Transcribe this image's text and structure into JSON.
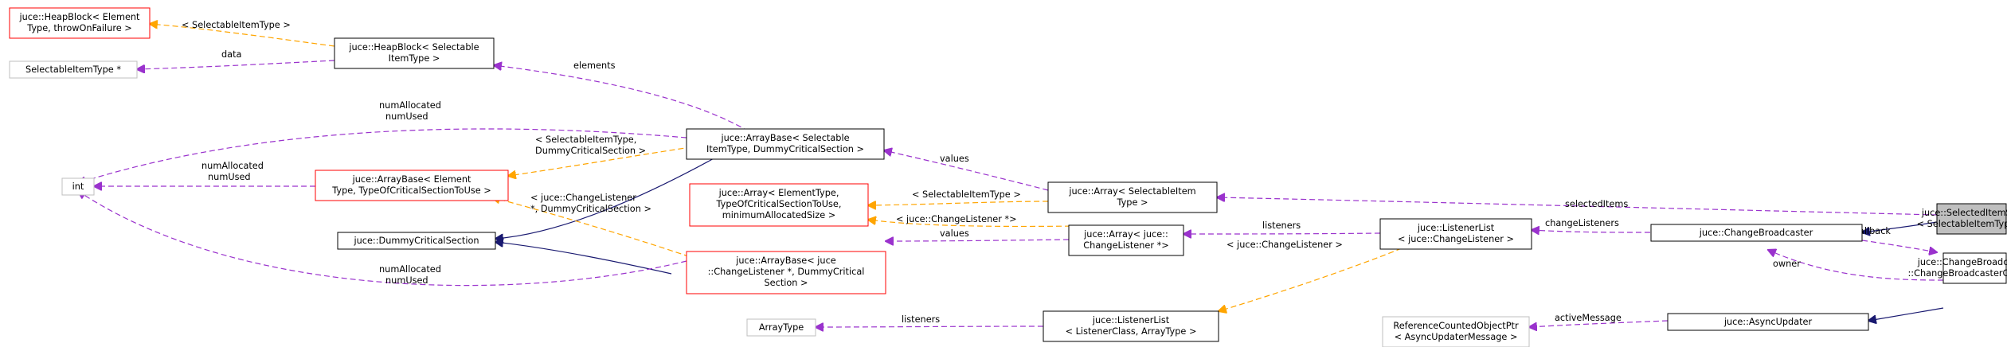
{
  "colors": {
    "node_border_black": "#000000",
    "node_border_red": "#ff0000",
    "node_border_gray": "#bfbfbf",
    "node_fill_highlight": "#bfbfbf",
    "edge_inheritance": "#191970",
    "edge_usage": "#9a32cd",
    "edge_template": "#ffa500"
  },
  "nodes": {
    "selected_item_set": [
      "juce::SelectedItemSet",
      "< SelectableItemType >"
    ],
    "change_broadcaster": [
      "juce::ChangeBroadcaster"
    ],
    "change_broadcaster_callback": [
      "juce::ChangeBroadcaster",
      "::ChangeBroadcasterCallback"
    ],
    "async_updater": [
      "juce::AsyncUpdater"
    ],
    "ref_counted_ptr": [
      "ReferenceCountedObjectPtr",
      "< AsyncUpdaterMessage >"
    ],
    "listener_list_change": [
      "juce::ListenerList",
      "< juce::ChangeListener >"
    ],
    "listener_list_generic": [
      "juce::ListenerList",
      "< ListenerClass, ArrayType >"
    ],
    "array_type": [
      "ArrayType"
    ],
    "array_selectable": [
      "juce::Array< SelectableItem",
      "Type >"
    ],
    "array_change_listener": [
      "juce::Array< juce::",
      "ChangeListener *>"
    ],
    "array_generic": [
      "juce::Array< ElementType,",
      "TypeOfCriticalSectionToUse,",
      "minimumAllocatedSize >"
    ],
    "arraybase_selectable": [
      "juce::ArrayBase< Selectable",
      "ItemType, DummyCriticalSection >"
    ],
    "arraybase_change": [
      "juce::ArrayBase< juce",
      "::ChangeListener *, DummyCritical",
      "Section >"
    ],
    "arraybase_generic": [
      "juce::ArrayBase< Element",
      "Type, TypeOfCriticalSectionToUse >"
    ],
    "dummy_critical_section": [
      "juce::DummyCriticalSection"
    ],
    "heapblock_selectable": [
      "juce::HeapBlock< Selectable",
      "ItemType >"
    ],
    "heapblock_generic": [
      "juce::HeapBlock< Element",
      "Type, throwOnFailure >"
    ],
    "selectable_item_ptr": [
      "SelectableItemType *"
    ],
    "int_type": [
      "int"
    ]
  },
  "edge_labels": {
    "selected_items": "selectedItems",
    "change_listeners": "changeListeners",
    "broadcast_callback": "broadcastCallback",
    "owner": "owner",
    "active_message": "activeMessage",
    "listeners_array": "listeners",
    "listeners_generic": "listeners",
    "tmpl_change_listener_list": "< juce::ChangeListener >",
    "values_selectable": "values",
    "values_change": "values",
    "tmpl_selectable_item_type": "< SelectableItemType >",
    "tmpl_change_listener_ptr": "< juce::ChangeListener *>",
    "elements": "elements",
    "data": "data",
    "tmpl_heapblock": "< SelectableItemType >",
    "tmpl_arraybase_selectable": [
      "< SelectableItemType,",
      "DummyCriticalSection >"
    ],
    "tmpl_arraybase_change": [
      "< juce::ChangeListener",
      "*, DummyCriticalSection >"
    ],
    "num_top": [
      "numAllocated",
      "numUsed"
    ],
    "num_mid": [
      "numAllocated",
      "numUsed"
    ],
    "num_bottom": [
      "numAllocated",
      "numUsed"
    ]
  }
}
